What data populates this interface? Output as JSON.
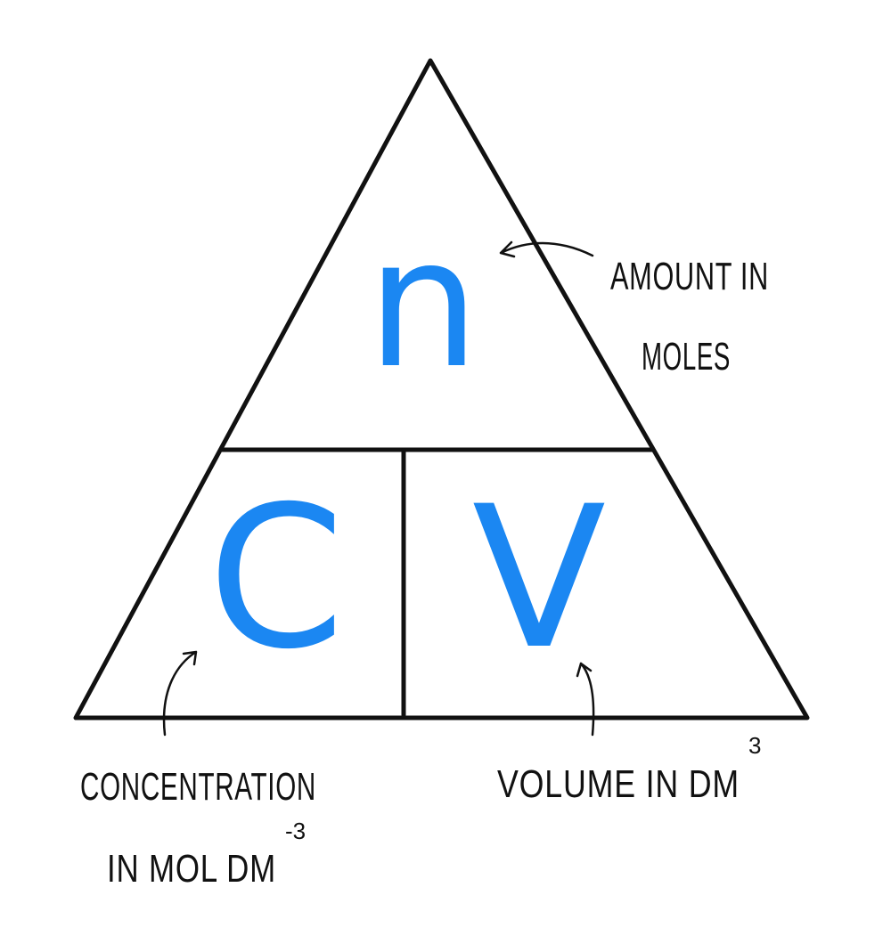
{
  "diagram": {
    "letters": {
      "top": "n",
      "left": "C",
      "right": "V"
    },
    "letter_color": "#1b87f2",
    "line_color": "#111111",
    "labels": {
      "amount_line1": "AMOUNT IN",
      "amount_line2": "MOLES",
      "concentration_line1": "CONCENTRATION",
      "concentration_line2": "IN MOL DM",
      "concentration_exp": "-3",
      "volume": "VOLUME IN DM",
      "volume_exp": "3"
    }
  }
}
